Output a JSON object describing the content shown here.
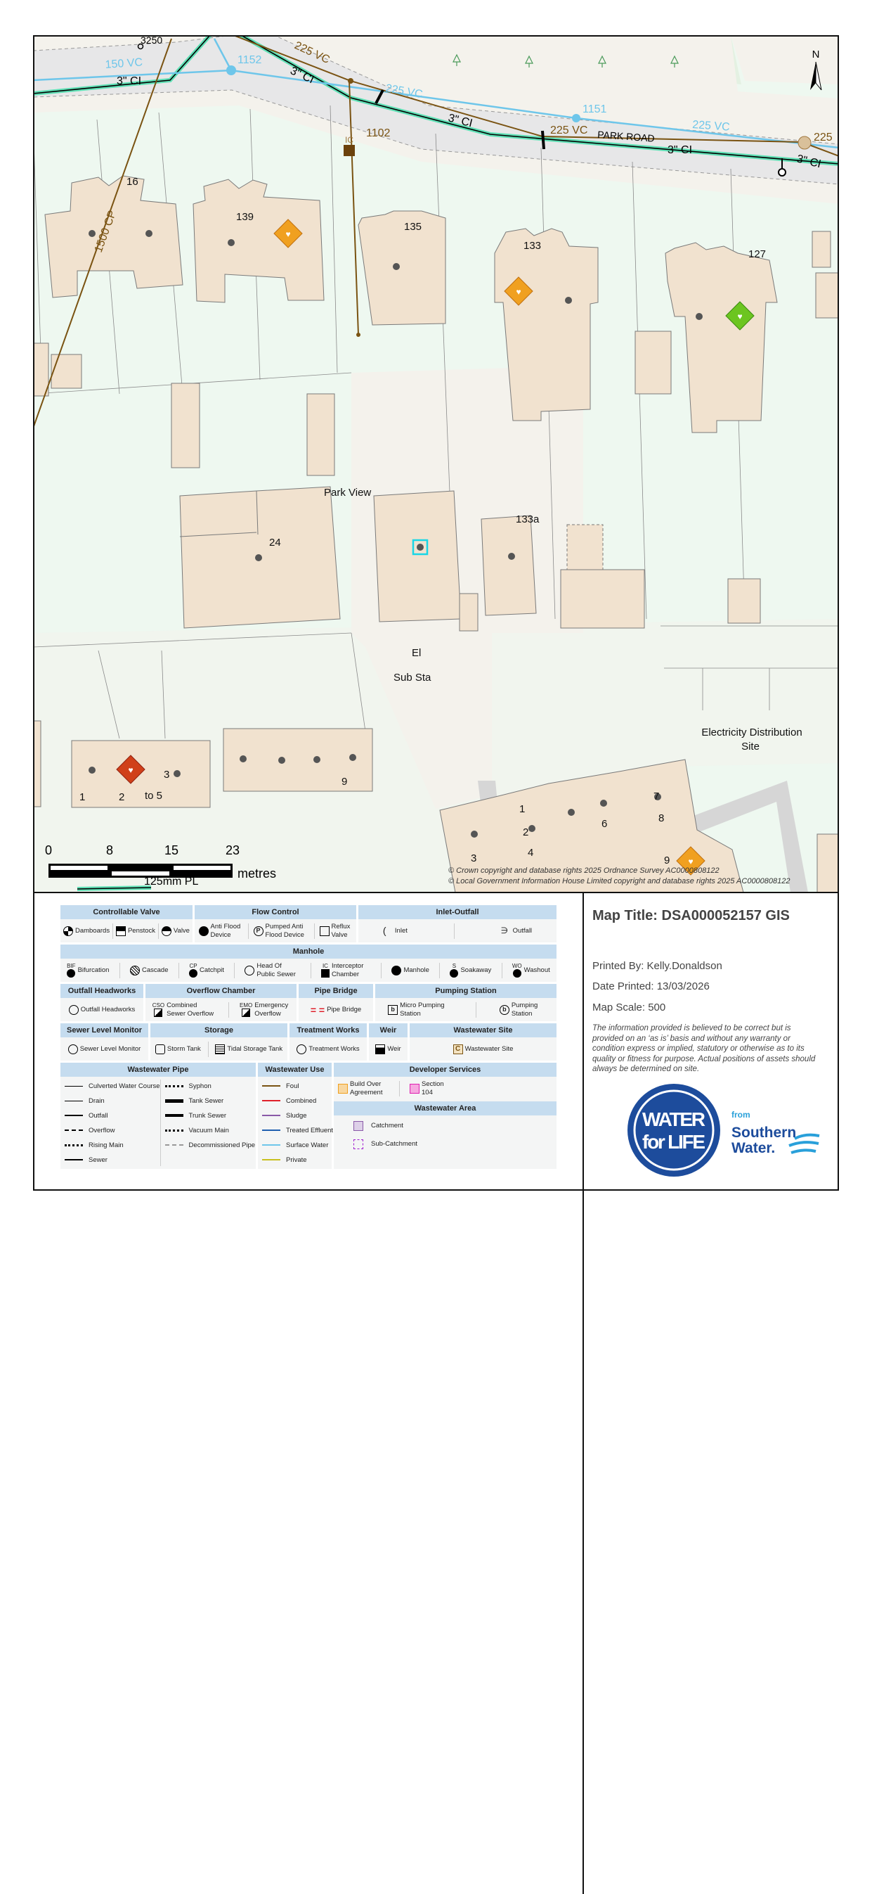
{
  "map": {
    "north_label": "N",
    "pipe_labels": {
      "node_3250": "3250",
      "sw_150vc": "150 VC",
      "ci_left": "3\" CI",
      "node_1152": "1152",
      "foul_225vc_a": "225 VC",
      "ci_mid": "3\" CI",
      "sw_225vc_a": "225 VC",
      "node_1102": "1102",
      "ic": "IC",
      "ci_mid2": "3\" CI",
      "node_1151": "1151",
      "foul_225vc_b": "225 VC",
      "road_name": "PARK ROAD",
      "ci_right": "3\" CI",
      "sw_225vc_b": "225 VC",
      "ci_far_right": "3\" CI",
      "edge_225": "225",
      "cp_1500": "1500 CP",
      "pl_125": "125mm PL"
    },
    "property_labels": [
      "16",
      "139",
      "135",
      "133",
      "127",
      "24",
      "133a",
      "1",
      "2",
      "to 5",
      "3",
      "9",
      "1",
      "2",
      "4",
      "3",
      "6",
      "7",
      "8",
      "9"
    ],
    "place_labels": {
      "park_view": "Park View",
      "el": "El",
      "sub_sta": "Sub Sta",
      "eds_line1": "Electricity Distribution",
      "eds_line2": "Site"
    },
    "scale_bar": {
      "ticks": [
        "0",
        "8",
        "15",
        "23"
      ],
      "unit": "metres"
    },
    "copyright": [
      "© Crown copyright and database rights 2025 Ordnance Survey AC0000808122",
      "© Local Government Information House Limited copyright and database rights 2025 AC0000808122"
    ],
    "colors": {
      "foul": "#7a5312",
      "surface_water": "#6ec6ea",
      "water_main": "#5fe0b5",
      "building": "#f1e2cf",
      "garden": "#eef8f0",
      "road": "#e7e7e8",
      "marker_orange": "#f0a020",
      "marker_green": "#6cc520",
      "marker_red": "#d0401a"
    }
  },
  "legend": {
    "controllable_valve": {
      "title": "Controllable Valve",
      "items": [
        "Damboards",
        "Penstock",
        "Valve"
      ]
    },
    "flow_control": {
      "title": "Flow Control",
      "items": [
        "Anti Flood Device",
        "Pumped Anti Flood Device",
        "Reflux Valve"
      ]
    },
    "inlet_outfall": {
      "title": "Inlet-Outfall",
      "items": [
        "Inlet",
        "Outfall"
      ]
    },
    "manhole": {
      "title": "Manhole",
      "items": [
        {
          "code": "BIF",
          "label": "Bifurcation"
        },
        {
          "code": "",
          "label": "Cascade"
        },
        {
          "code": "CP",
          "label": "Catchpit"
        },
        {
          "code": "",
          "label": "Head Of Public Sewer"
        },
        {
          "code": "IC",
          "label": "Interceptor Chamber"
        },
        {
          "code": "",
          "label": "Manhole"
        },
        {
          "code": "S",
          "label": "Soakaway"
        },
        {
          "code": "WO",
          "label": "Washout"
        }
      ]
    },
    "outfall_headworks": {
      "title": "Outfall Headworks",
      "items": [
        "Outfall Headworks"
      ]
    },
    "overflow_chamber": {
      "title": "Overflow Chamber",
      "items": [
        {
          "code": "CSO",
          "label": "Combined Sewer Overflow"
        },
        {
          "code": "EMO",
          "label": "Emergency Overflow"
        }
      ]
    },
    "pipe_bridge": {
      "title": "Pipe Bridge",
      "items": [
        "Pipe Bridge"
      ]
    },
    "pumping_station": {
      "title": "Pumping Station",
      "items": [
        "Micro Pumping Station",
        "Pumping Station"
      ]
    },
    "sewer_level_monitor": {
      "title": "Sewer Level Monitor",
      "items": [
        "Sewer Level Monitor"
      ]
    },
    "storage": {
      "title": "Storage",
      "items": [
        "Storm Tank",
        "Tidal Storage Tank"
      ]
    },
    "treatment_works": {
      "title": "Treatment Works",
      "items": [
        "Treatment Works"
      ]
    },
    "weir": {
      "title": "Weir",
      "items": [
        "Weir"
      ]
    },
    "wastewater_site": {
      "title": "Wastewater Site",
      "items": [
        "Wastewater Site"
      ]
    },
    "wastewater_pipe": {
      "title": "Wastewater Pipe",
      "col1": [
        "Culverted Water Course",
        "Drain",
        "Outfall",
        "Overflow",
        "Rising Main",
        "Sewer"
      ],
      "col2": [
        "Syphon",
        "Tank Sewer",
        "Trunk Sewer",
        "Vacuum Main",
        "Decommissioned Pipe"
      ]
    },
    "wastewater_use": {
      "title": "Wastewater Use",
      "items": [
        {
          "label": "Foul",
          "color": "#7a5312"
        },
        {
          "label": "Combined",
          "color": "#e0202a"
        },
        {
          "label": "Sludge",
          "color": "#8a5aa8"
        },
        {
          "label": "Treated Effluent",
          "color": "#1f5fb0"
        },
        {
          "label": "Surface Water",
          "color": "#6ec6ea"
        },
        {
          "label": "Private",
          "color": "#c8c020"
        }
      ]
    },
    "developer_services": {
      "title": "Developer Services",
      "items": [
        "Build Over Agreement",
        "Section 104"
      ]
    },
    "wastewater_area": {
      "title": "Wastewater Area",
      "items": [
        "Catchment",
        "Sub-Catchment"
      ]
    }
  },
  "title_block": {
    "map_title": "Map Title: DSA000052157 GIS",
    "printed_by": "Printed By: Kelly.Donaldson",
    "date_printed": "Date Printed: 13/03/2026",
    "map_scale": "Map Scale: 500",
    "disclaimer": "The information provided is believed to be correct but is provided on an ‘as is’ basis and without any warranty or condition express or implied, statutory or otherwise as to its quality or fitness for purpose. Actual positions of assets should always be determined on site.",
    "logo_text": [
      "WATER",
      "for LIFE",
      "from",
      "Southern",
      "Water."
    ]
  }
}
